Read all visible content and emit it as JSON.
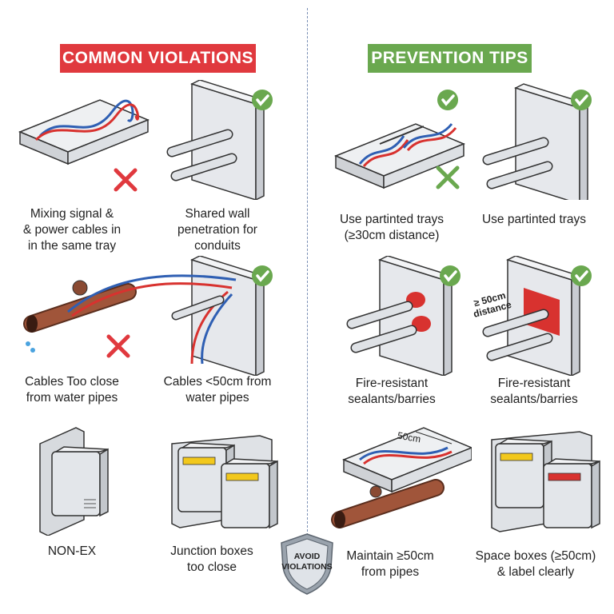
{
  "headers": {
    "violations": "COMMON VIOLATIONS",
    "prevention": "PREVENTION TIPS"
  },
  "colors": {
    "violation_red": "#e0393e",
    "prevention_green": "#6aa84f",
    "signal_cable": "#2f5fb3",
    "power_cable": "#d8322f",
    "sealant": "#d8322f"
  },
  "violations": [
    {
      "lines": [
        "Mixing signal &",
        "& power cables in",
        "in the same tray"
      ],
      "mark": "x-icon"
    },
    {
      "lines": [
        "Shared wall",
        "penetration for",
        "conduits"
      ],
      "mark": "check-icon"
    },
    {
      "lines": [
        "Cables Too close",
        "from water pipes"
      ],
      "mark": "x-icon"
    },
    {
      "lines": [
        "Cables <50cm from",
        "water pipes"
      ],
      "mark": "check-icon"
    },
    {
      "lines": [
        "NON-EX"
      ],
      "mark": ""
    },
    {
      "lines": [
        "Junction boxes",
        "too close"
      ],
      "mark": ""
    }
  ],
  "prevention": [
    {
      "lines": [
        "Use partinted trays",
        "(≥30cm distance)"
      ],
      "mark": "check-icon"
    },
    {
      "lines": [
        "Use partinted trays"
      ],
      "mark": "check-icon"
    },
    {
      "lines": [
        "Fire-resistant",
        "sealants/barries"
      ],
      "mark": "check-icon"
    },
    {
      "lines": [
        "Fire-resistant",
        "sealants/barries"
      ],
      "mark": "check-icon"
    },
    {
      "lines": [
        "Maintain ≥50cm",
        "from pipes"
      ],
      "mark": ""
    },
    {
      "lines": [
        "Space boxes (≥50cm)",
        "& label clearly"
      ],
      "mark": ""
    }
  ],
  "annotations": {
    "distance_label_line1": "≥ 50cm",
    "distance_label_line2": "distance",
    "dimension_label": "50cm"
  },
  "badge": {
    "line1": "AVOID",
    "line2": "VIOLATIONS"
  }
}
